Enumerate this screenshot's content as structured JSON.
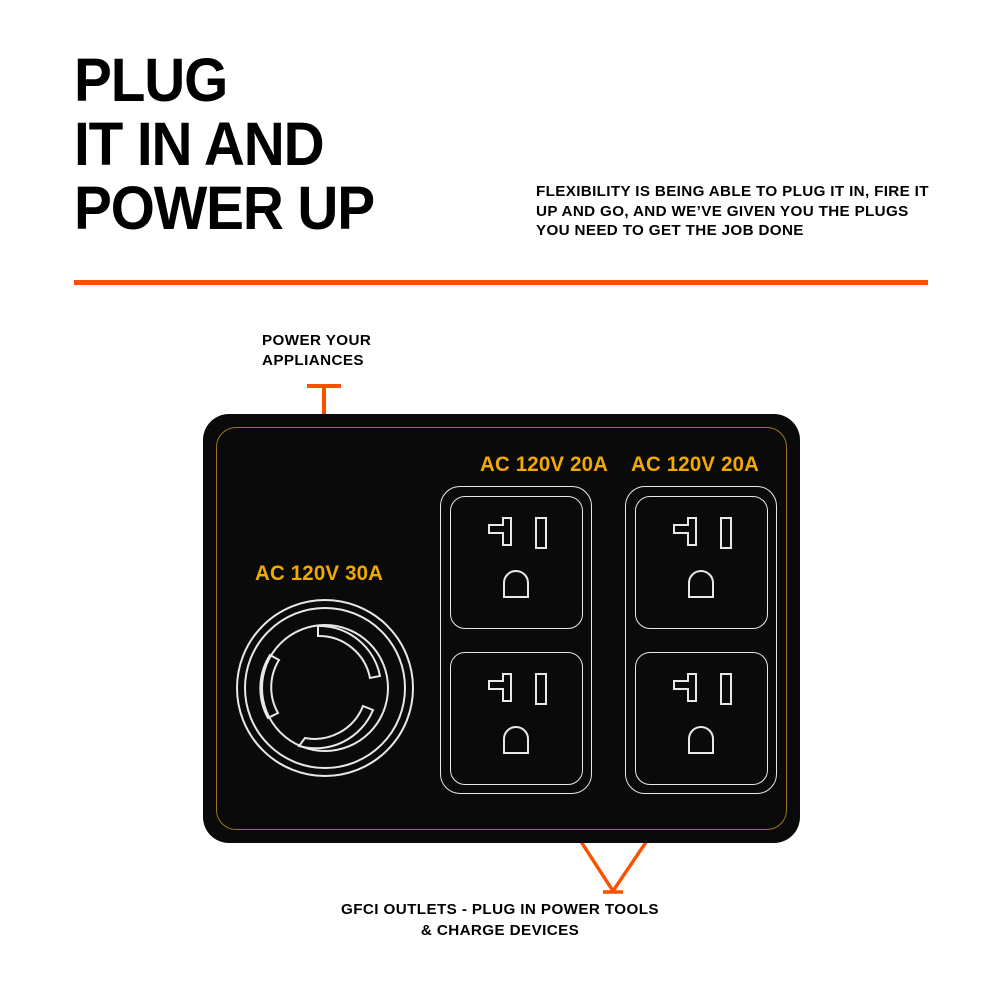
{
  "headline": {
    "lines": [
      "PLUG",
      "IT IN AND",
      "POWER UP"
    ]
  },
  "subcopy": {
    "text": "FLEXIBILITY IS BEING ABLE TO PLUG IT IN, FIRE IT UP AND GO, AND WE’VE GIVEN YOU THE PLUGS YOU NEED TO GET THE JOB DONE"
  },
  "panel": {
    "outlets": {
      "twistlock": {
        "label": "AC 120V 30A",
        "type": "NEMA L5-30R twist-lock"
      },
      "duplex_left": {
        "label": "AC 120V 20A",
        "type": "NEMA 5-20R duplex"
      },
      "duplex_right": {
        "label": "AC 120V 20A",
        "type": "NEMA 5-20R duplex"
      }
    }
  },
  "callouts": {
    "top": {
      "line1": "POWER YOUR",
      "line2": "APPLIANCES"
    },
    "bottom": {
      "line1": "GFCI OUTLETS - PLUG IN POWER TOOLS",
      "line2": "& CHARGE DEVICES"
    }
  },
  "colors": {
    "orange": "#FA5000",
    "amber": "#F2A900",
    "panel_bg": "#0A0A0A",
    "panel_border": "#A0761A",
    "outlet_stroke": "#E8E8E8",
    "background": "#FFFFFF",
    "text": "#000000"
  }
}
